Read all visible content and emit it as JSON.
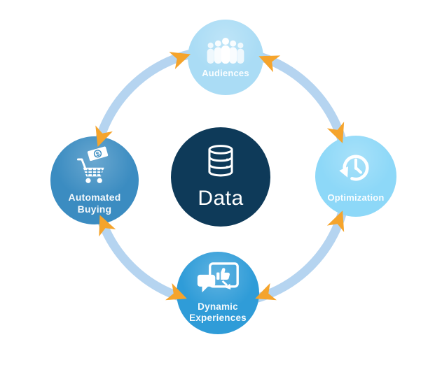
{
  "diagram": {
    "type": "cycle",
    "center": {
      "id": "data",
      "label": "Data",
      "icon": "database-icon",
      "color": "#0e3a59"
    },
    "nodes": [
      {
        "id": "audiences",
        "position": "top",
        "label": "Audiences",
        "icon": "people-group-icon",
        "color": "#aadcf5"
      },
      {
        "id": "optimization",
        "position": "right",
        "label": "Optimization",
        "icon": "clock-refresh-icon",
        "color": "#8dd8f8"
      },
      {
        "id": "dynamic-experiences",
        "position": "bottom",
        "label": "Dynamic Experiences",
        "icon": "chat-screen-icon",
        "color": "#2f9cd8"
      },
      {
        "id": "automated-buying",
        "position": "left",
        "label": "Automated Buying",
        "icon": "cart-money-icon",
        "color": "#3b8cc1",
        "currency_symbol": "$"
      }
    ],
    "connections": [
      {
        "from": "audiences",
        "to": "optimization",
        "bidirectional": true
      },
      {
        "from": "optimization",
        "to": "dynamic-experiences",
        "bidirectional": true
      },
      {
        "from": "dynamic-experiences",
        "to": "automated-buying",
        "bidirectional": true
      },
      {
        "from": "automated-buying",
        "to": "audiences",
        "bidirectional": true
      }
    ],
    "connector_color": "#b5d4f0",
    "arrow_color": "#f5a42c",
    "label_color": "#ffffff"
  }
}
